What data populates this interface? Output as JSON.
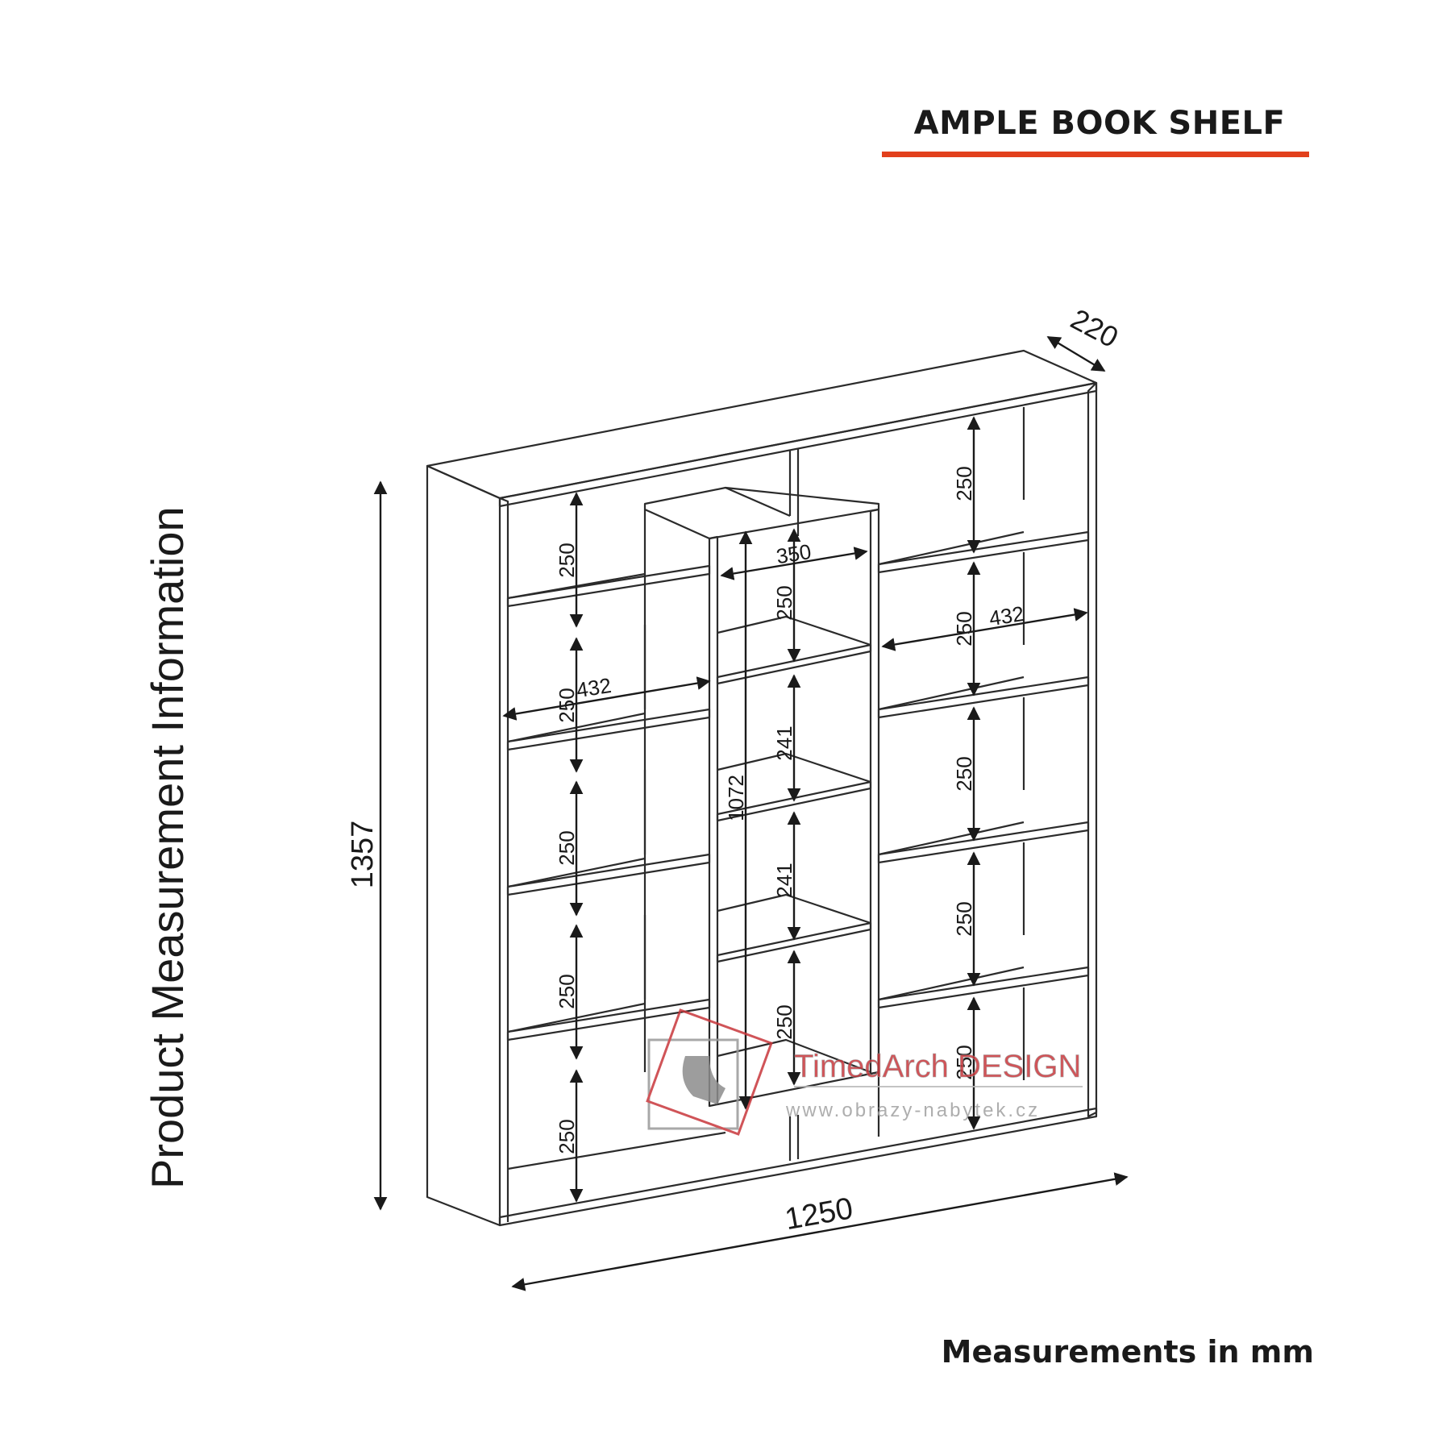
{
  "title": "AMPLE BOOK SHELF",
  "side_title": "Product Measurement Information",
  "units_note": "Measurements in mm",
  "colors": {
    "accent_rule": "#e2401c",
    "line": "#2b2b2b",
    "text": "#1a1a1a",
    "watermark": "#c8373c"
  },
  "dimensions": {
    "overall_height": "1357",
    "overall_width": "1250",
    "depth": "220",
    "center_tower_height": "1072",
    "center_width": "350",
    "left_width": "432",
    "right_width": "432",
    "left_shelves": [
      "250",
      "250",
      "250",
      "250",
      "250"
    ],
    "center_shelves": [
      "250",
      "241",
      "241",
      "250"
    ],
    "right_shelves": [
      "250",
      "250",
      "250",
      "250",
      "250"
    ]
  },
  "watermark": {
    "brand": "TimedArch DESIGN",
    "url": "www.obrazy-nabytek.cz"
  }
}
